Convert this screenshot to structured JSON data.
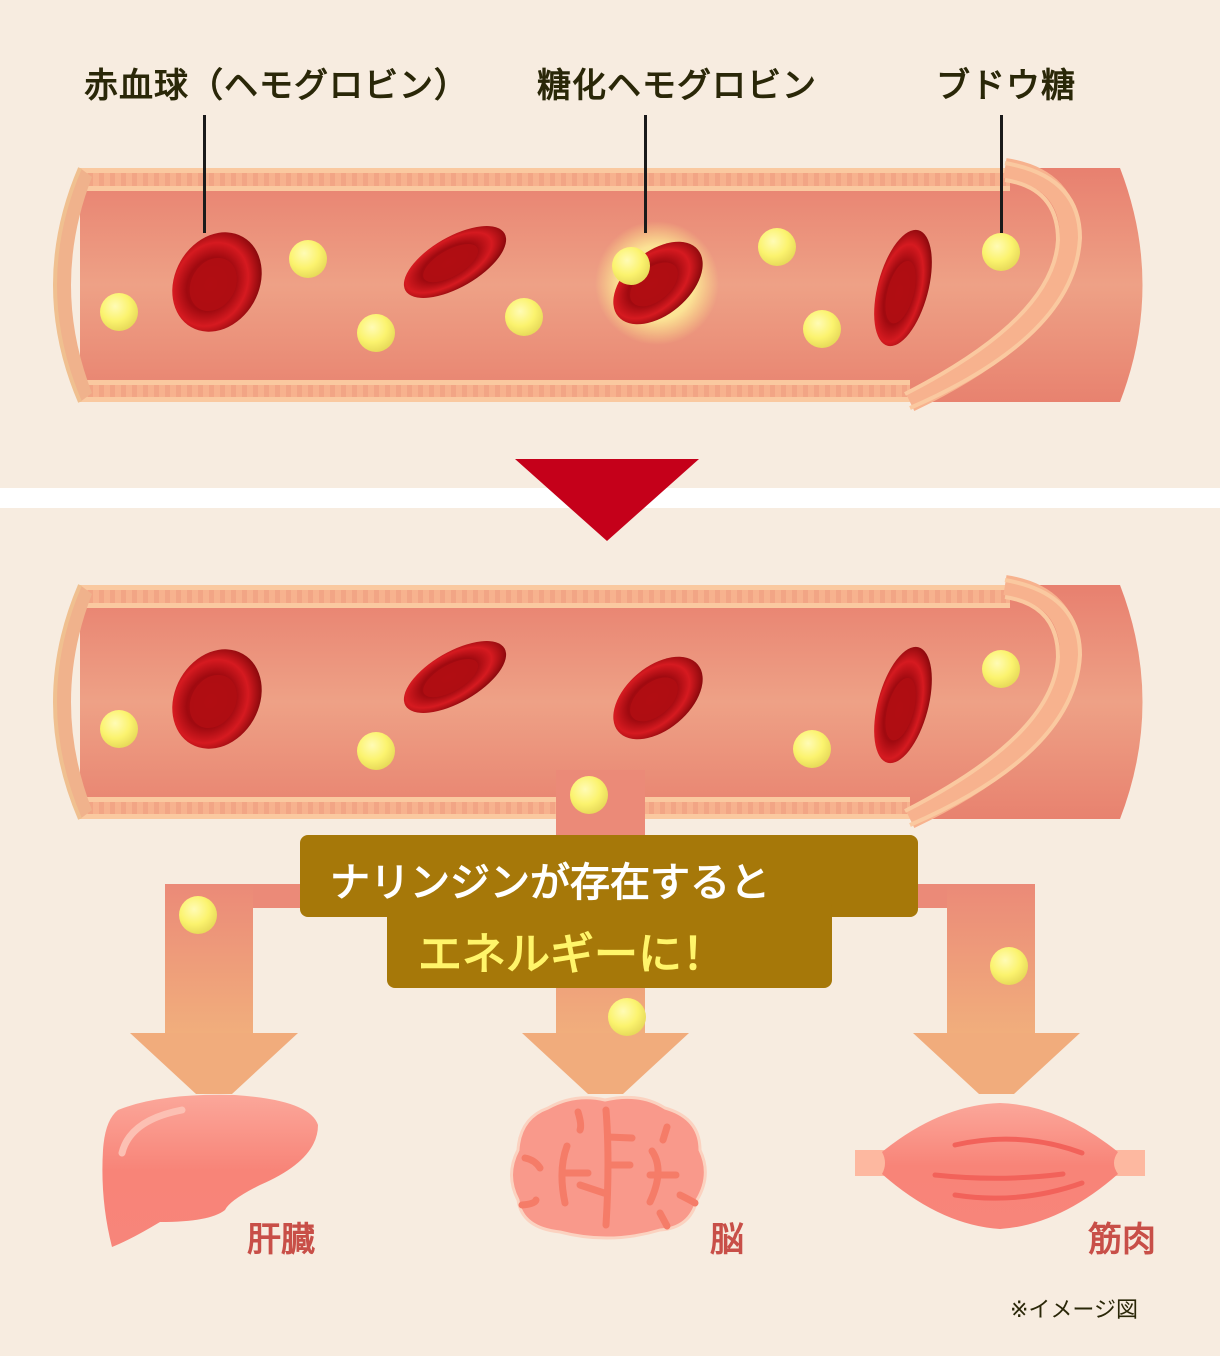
{
  "labels": {
    "rbc": "赤血球（ヘモグロビン）",
    "glycated_hb": "糖化ヘモグロビン",
    "glucose": "ブドウ糖"
  },
  "caption": {
    "line1": "ナリンジンが存在すると",
    "line2": "エネルギーに！"
  },
  "organs": [
    {
      "name": "肝臓"
    },
    {
      "name": "脳"
    },
    {
      "name": "筋肉"
    }
  ],
  "note": "※イメージ図",
  "colors": {
    "background": "#f7ece0",
    "vessel_inner": "#ec9a82",
    "vessel_wall": "#f7b28e",
    "rbc": "#b8101a",
    "glucose": "#f8f27a",
    "divider_arrow": "#c5001a",
    "caption_box": "#a67809",
    "caption_highlight": "#fff56a",
    "organ_label": "#c84f48"
  }
}
